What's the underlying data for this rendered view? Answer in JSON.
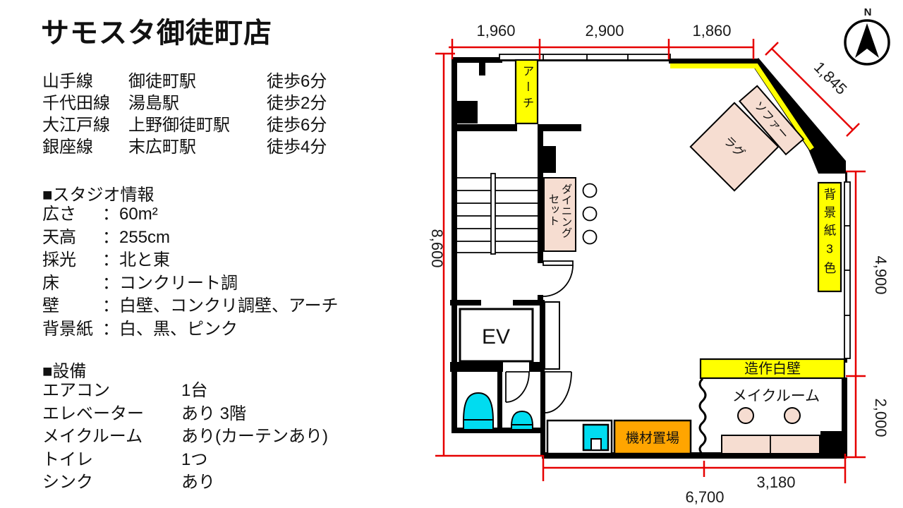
{
  "title": "サモスタ御徒町店",
  "access": [
    {
      "line": "山手線",
      "station": "御徒町駅",
      "walk": "徒歩6分"
    },
    {
      "line": "千代田線",
      "station": "湯島駅",
      "walk": "徒歩2分"
    },
    {
      "line": "大江戸線",
      "station": "上野御徒町駅",
      "walk": "徒歩6分"
    },
    {
      "line": "銀座線",
      "station": "末広町駅",
      "walk": "徒歩4分"
    }
  ],
  "studio_info": {
    "heading": "■スタジオ情報",
    "separator": "：",
    "rows": [
      {
        "label": "広さ",
        "value": "60m²"
      },
      {
        "label": "天高",
        "value": "255cm"
      },
      {
        "label": "採光",
        "value": "北と東"
      },
      {
        "label": "床",
        "value": "コンクリート調"
      },
      {
        "label": "壁",
        "value": "白壁、コンクリ調壁、アーチ"
      },
      {
        "label": "背景紙",
        "value": "白、黒、ピンク"
      }
    ]
  },
  "equipment": {
    "heading": "■設備",
    "rows": [
      {
        "label": "エアコン",
        "value": "1台"
      },
      {
        "label": "エレベーター",
        "value": "あり 3階"
      },
      {
        "label": "メイクルーム",
        "value": "あり(カーテンあり)"
      },
      {
        "label": "トイレ",
        "value": "1つ"
      },
      {
        "label": "シンク",
        "value": "あり"
      }
    ]
  },
  "plan": {
    "compass_label": "N",
    "dimensions": {
      "top": [
        "1,960",
        "2,900",
        "1,860"
      ],
      "diagonal": "1,845",
      "left": "8,600",
      "right_upper": "4,900",
      "right_lower": "2,000",
      "bottom_inner": "3,180",
      "bottom_outer": "6,700"
    },
    "labels": {
      "arch": "アーチ",
      "sofa": "ソファー",
      "rug": "ラグ",
      "dining_line1": "ダイニング",
      "dining_line2": "セット",
      "backdrop": "背景紙3色",
      "fab_wall": "造作白壁",
      "makeup": "メイクルーム",
      "equipment_storage": "機材置場",
      "elevator": "EV"
    },
    "colors": {
      "accent_yellow": "#ffff00",
      "furniture_pink": "#f6ddd1",
      "storage_orange": "#ffa500",
      "fixture_cyan": "#00dcf0",
      "dimension_red": "#e60000"
    }
  }
}
